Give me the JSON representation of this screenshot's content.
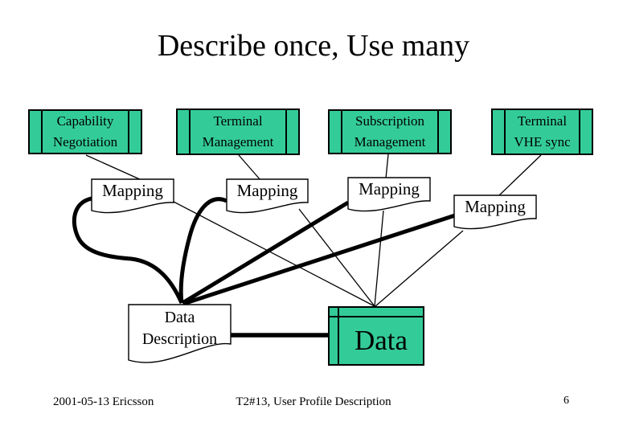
{
  "slide": {
    "title": "Describe once, Use many",
    "green_boxes": [
      {
        "label": "Capability\nNegotiation"
      },
      {
        "label": "Terminal\nManagement"
      },
      {
        "label": "Subscription\nManagement"
      },
      {
        "label": "Terminal\nVHE sync"
      }
    ],
    "mapping_boxes": [
      {
        "label": "Mapping"
      },
      {
        "label": "Mapping"
      },
      {
        "label": "Mapping"
      },
      {
        "label": "Mapping"
      }
    ],
    "data_description": {
      "label": "Data\nDescription"
    },
    "data_store": {
      "label": "Data"
    },
    "footer": {
      "left": "2001-05-13 Ericsson",
      "center": "T2#13, User Profile Description",
      "page_number": "6"
    },
    "colors": {
      "box_fill": "#33CC99",
      "line": "#000000",
      "background": "#FFFFFF"
    }
  }
}
